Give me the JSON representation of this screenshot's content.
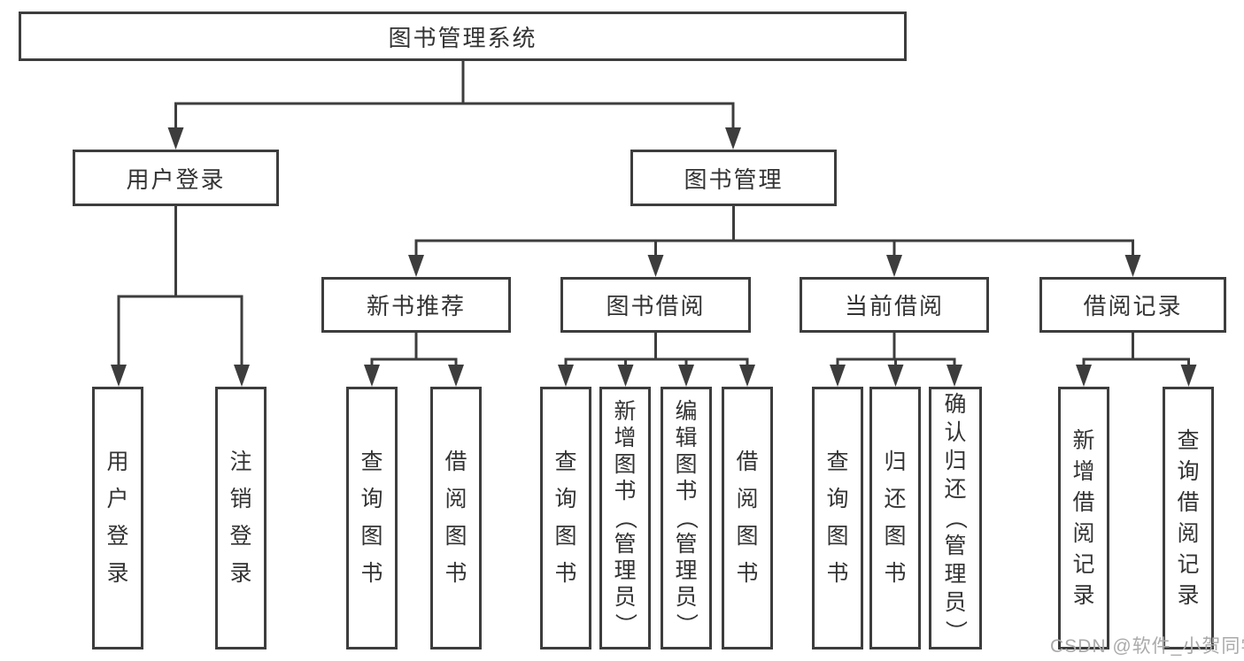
{
  "diagram": {
    "root": "图书管理系统",
    "level2": {
      "user_login": "用户登录",
      "book_mgmt": "图书管理"
    },
    "level3": {
      "new_books": "新书推荐",
      "book_borrow": "图书借阅",
      "current_borrow": "当前借阅",
      "borrow_records": "借阅记录"
    },
    "leaves": {
      "user_login": [
        "用户登录",
        "注销登录"
      ],
      "new_books": [
        "查询图书",
        "借阅图书"
      ],
      "book_borrow": [
        "查询图书",
        "新增图书（管理员）",
        "编辑图书（管理员）",
        "借阅图书"
      ],
      "current_borrow": [
        "查询图书",
        "归还图书",
        "确认归还（管理员）"
      ],
      "borrow_records": [
        "新增借阅记录",
        "查询借阅记录"
      ]
    }
  },
  "watermark": "CSDN @软件_小贺同学",
  "colors": {
    "line": "#3d3d3d",
    "text": "#333333",
    "background": "#ffffff",
    "watermark": "#aaaaaa"
  }
}
